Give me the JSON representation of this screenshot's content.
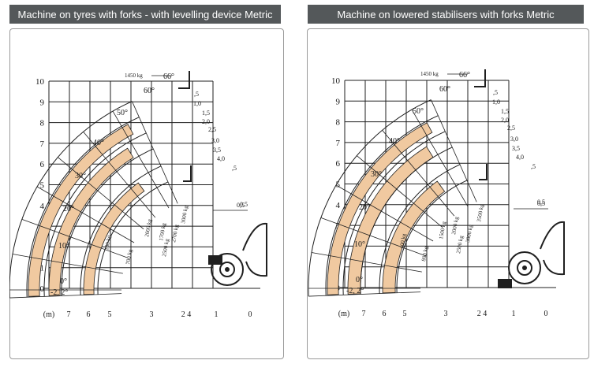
{
  "panels": [
    {
      "title": "Machine on tyres with forks - with levelling device Metric",
      "y_ticks": [
        "10",
        "9",
        "8",
        "7",
        "6",
        "5",
        "4",
        "3",
        "2",
        "1",
        "0"
      ],
      "x_ticks": [
        "(m)",
        "7",
        "6",
        "5",
        "3",
        "2 4",
        "1",
        "0"
      ],
      "angles": [
        "66°",
        "60°",
        "50°",
        "40°",
        "30°",
        "20°",
        "10°",
        "0°",
        "-2, 2°"
      ],
      "ext_labels": [
        ",5",
        "1,0",
        "1,5",
        "2,0",
        "2,5",
        "3,0",
        "3,5",
        "4,0",
        ",5"
      ],
      "load_labels": [
        "100 kg",
        "700 kg",
        "2000 kg",
        "1700 kg",
        "2500 kg",
        "2700 kg",
        "3000 kg"
      ],
      "top_load": "1450 kg",
      "offset_label": "0,5",
      "fork_label": "0,5"
    },
    {
      "title": "Machine on lowered stabilisers with forks Metric",
      "y_ticks": [
        "10",
        "9",
        "8",
        "7",
        "6",
        "5",
        "4",
        "3",
        "2",
        "1",
        "0"
      ],
      "x_ticks": [
        "(m)",
        "7",
        "6",
        "5",
        "3",
        "2 4",
        "1",
        "0"
      ],
      "angles": [
        "66°",
        "60°",
        "50°",
        "40°",
        "30°",
        "20°",
        "10°",
        "0°",
        "-2, 2°"
      ],
      "ext_labels": [
        ",5",
        "1,0",
        "1,5",
        "2,0",
        "2,5",
        "3,0",
        "3,5",
        "4,0",
        ",5"
      ],
      "load_labels": [
        "400 kg",
        "800 kg",
        "1500 kg",
        "2000 kg",
        "2500 kg",
        "3000 kg",
        "3500 kg"
      ],
      "top_load": "1450 kg",
      "offset_label": "0,5",
      "fork_label": "0,5"
    }
  ],
  "colors": {
    "header_bg": "#54585a",
    "band": "#f0c9a0",
    "frame": "#9a9a9a"
  }
}
